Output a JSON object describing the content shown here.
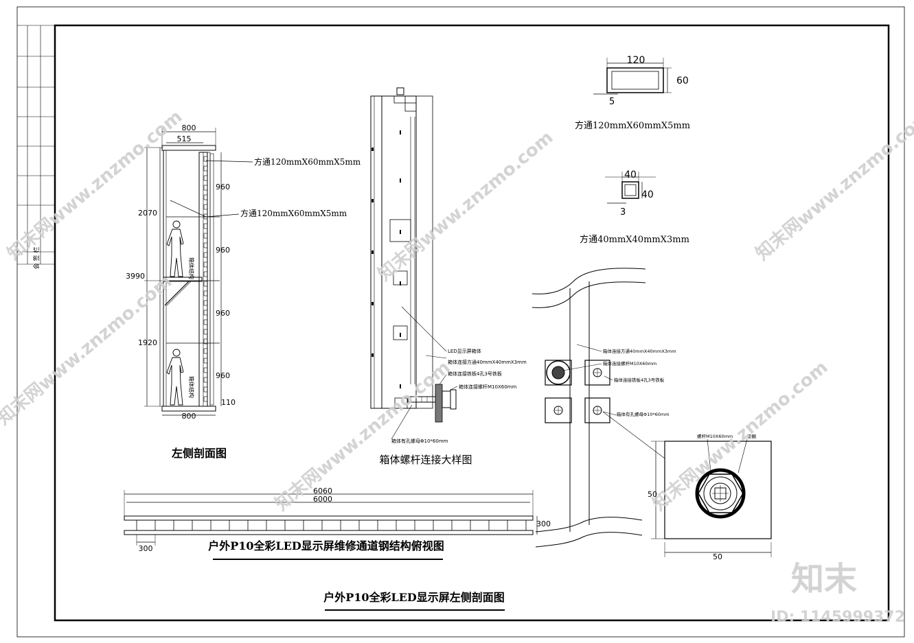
{
  "side_section": {
    "dims": {
      "top_width": "800",
      "inner_width": "515",
      "upper_height": "2070",
      "total_height": "3990",
      "lower_height": "1920",
      "bottom_width": "800",
      "bottom_offset": "110",
      "seg1": "960",
      "seg2": "960",
      "seg3": "960",
      "seg4": "960"
    },
    "callout_1": "方通120mmX60mmX5mm",
    "callout_2": "方通120mmX60mmX5mm",
    "box_label_1": "箱体结构",
    "box_label_2": "箱体结构",
    "title": "左侧剖面图"
  },
  "bolt_detail": {
    "labels": [
      "LED显示屏箱体",
      "箱体连接方通40mmX40mmX3mm",
      "箱体连接铁板4孔3号铁板",
      "箱体连接螺杆M10X60mm",
      "箱体有孔螺母Φ10*60mm"
    ],
    "title": "箱体螺杆连接大样图"
  },
  "profiles": {
    "large": {
      "width": "120",
      "height": "60",
      "thickness": "5",
      "caption": "方通120mmX60mmX5mm"
    },
    "small": {
      "width": "40",
      "height": "40",
      "thickness": "3",
      "caption": "方通40mmX40mmX3mm"
    }
  },
  "connection_detail": {
    "labels": [
      "箱体连接方通40mmX40mmX3mm",
      "箱体连接螺杆M10X60mm",
      "箱体连接铁板4孔3号铁板",
      "箱体有孔螺母Φ10*60mm"
    ],
    "plate_labels": [
      "螺杆M10X60mm",
      "垫圈"
    ],
    "plate_height": "50",
    "plate_width": "50"
  },
  "plan_view": {
    "dim_outer": "6060",
    "dim_inner": "6000",
    "dim_depth": "300",
    "dim_spacing": "300",
    "title": "户外P10全彩LED显示屏维修通道钢结构俯视图"
  },
  "sheet_title": "户外P10全彩LED显示屏左侧剖面图",
  "title_block": {
    "label": "会 签 栏"
  },
  "watermark": {
    "text": "知末网www.znzmo.com",
    "logo": "知末",
    "id": "ID: 1145999372"
  }
}
